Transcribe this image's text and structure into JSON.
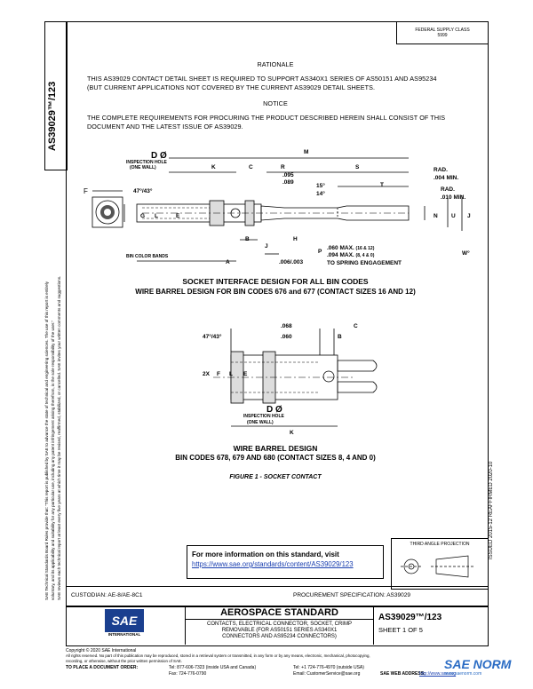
{
  "federal_box": {
    "line1": "FEDERAL SUPPLY CLASS",
    "line2": "5999"
  },
  "rationale": {
    "heading": "RATIONALE",
    "line1": "THIS AS39029 CONTACT DETAIL SHEET IS REQUIRED TO SUPPORT AS340X1 SERIES OF AS50151 AND AS95234",
    "line2": "(BUT CURRENT APPLICATIONS NOT COVERED BY THE CURRENT AS39029 DETAIL SHEETS."
  },
  "notice": {
    "heading": "NOTICE",
    "line1": "THE COMPLETE REQUIREMENTS FOR PROCURING THE PRODUCT DESCRIBED HEREIN SHALL CONSIST OF THIS",
    "line2": "DOCUMENT AND THE LATEST ISSUE OF AS39029."
  },
  "left_spine": {
    "doc_number": "AS39029™/123",
    "disclaimer1": "SAE Technical Standards Board Rules provide that: \"This report is published by SAE to advance the state of technical and engineering sciences. The use of this report is entirely",
    "disclaimer2": "voluntary, and its applicability and suitability for any particular use, including any patent infringement arising therefrom, is the sole responsibility of the user.\"",
    "disclaimer3": "SAE reviews each technical report at least every five years at which time it may be revised, reaffirmed, stabilized, or cancelled. SAE invites your written comments and suggestions."
  },
  "right_spine": {
    "text": "ISSUED 2015-12     REAFFIRMED 2020-10"
  },
  "figure1_top": {
    "labels": {
      "d_dia": "D Ø",
      "inspection_hole": "INSPECTION HOLE",
      "one_wall": "(ONE WALL)",
      "m": "M",
      "k": "K",
      "c": "C",
      "r": "R",
      "s": "S",
      "f": "F",
      "angle": "47°/43°",
      "dim_095": ".095",
      "dim_089": ".089",
      "deg15": "15°",
      "deg14": "14°",
      "t": "T",
      "rad1": "RAD.",
      "rad1_val": ".004 MIN.",
      "rad2": "RAD.",
      "rad2_val": ".010 MIN.",
      "g": "G",
      "l": "L",
      "e": "E",
      "n": "N",
      "u": "U",
      "j_right": "J",
      "b": "B",
      "j": "J",
      "h": "H",
      "p": "P",
      "a": "A",
      "w": "W°",
      "bin_bands": "BIN COLOR BANDS",
      "dim_006": ".006/.003",
      "dim_060": ".060 MAX.",
      "dim_060_sizes": "(16 & 12)",
      "dim_094": ".094 MAX.",
      "dim_094_sizes": "(8, 4 & 0)",
      "spring": "TO SPRING ENGAGEMENT"
    },
    "caption1": "SOCKET INTERFACE DESIGN FOR ALL BIN CODES",
    "caption2": "WIRE BARREL DESIGN FOR BIN CODES 676 and 677 (CONTACT SIZES 16 AND 12)"
  },
  "figure1_bottom": {
    "labels": {
      "angle": "47°/43°",
      "dim_068": ".068",
      "dim_060": ".060",
      "b": "B",
      "c": "C",
      "two_x": "2X",
      "f": "F",
      "l": "L",
      "e": "E",
      "d_dia": "D Ø",
      "inspection_hole": "INSPECTION HOLE",
      "one_wall": "(ONE WALL)",
      "k": "K"
    },
    "caption1": "WIRE BARREL DESIGN",
    "caption2": "BIN CODES 678, 679 AND 680 (CONTACT SIZES 8, 4 AND 0)",
    "figure_title": "FIGURE 1 - SOCKET CONTACT"
  },
  "info_box": {
    "line1": "For more information on this standard, visit",
    "link": "https://www.sae.org/standards/content/AS39029/123"
  },
  "projection": {
    "label": "THIRD ANGLE PROJECTION"
  },
  "custodian": "CUSTODIAN: AE-8/AE-8C1",
  "procurement": "PROCUREMENT SPECIFICATION: AS39029",
  "logo": {
    "text": "SAE",
    "sub": "INTERNATIONAL"
  },
  "title_block": {
    "title": "AEROSPACE STANDARD",
    "desc1": "CONTACTS, ELECTRICAL CONNECTOR, SOCKET, CRIMP",
    "desc2": "REMOVABLE (FOR AS50151 SERIES AS340X1",
    "desc3": "CONNECTORS AND AS95234 CONNECTORS)",
    "doc_number": "AS39029™/123",
    "sheet": "SHEET 1 OF 5"
  },
  "footer": {
    "copyright": "Copyright © 2020 SAE International",
    "rights1": "All rights reserved. No part of this publication may be reproduced, stored in a retrieval system or transmitted, in any form or by any means, electronic, mechanical, photocopying,",
    "rights2": "recording, or otherwise, without the prior written permission of SAE.",
    "order": "TO PLACE A DOCUMENT ORDER:",
    "tel": "Tel:  877-606-7323 (inside USA and Canada)",
    "tel_intl": "Tel:  +1 724-776-4970 (outside USA)",
    "fax": "Fax:  724-776-0790",
    "email": "Email: CustomerService@sae.org",
    "web": "SAE WEB ADDRESS:",
    "web_url": "http://www.sae.org",
    "watermark": "SAE NORM",
    "watermark_sub": "www.saenorm.com"
  }
}
